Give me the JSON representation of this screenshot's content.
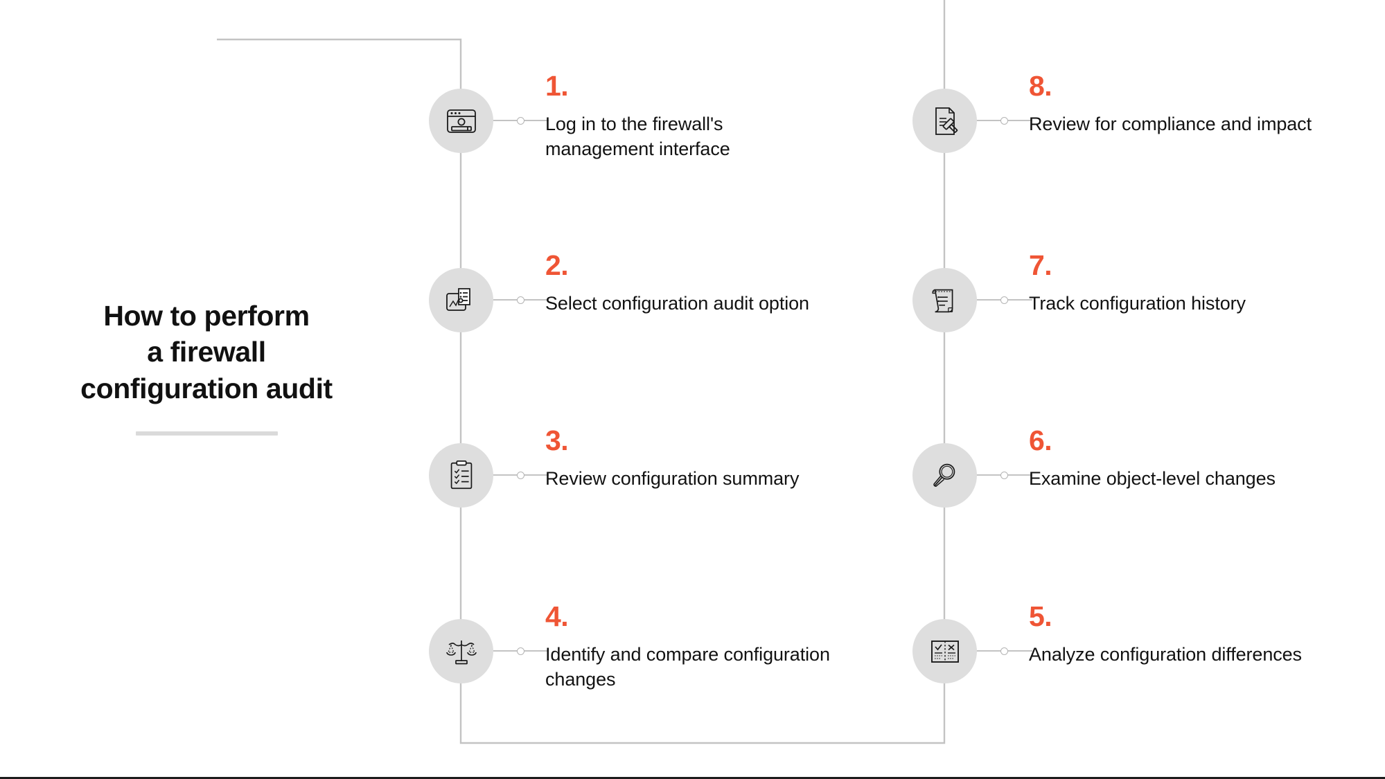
{
  "title": {
    "lines": [
      "How to perform",
      "a firewall",
      "configuration audit"
    ]
  },
  "colors": {
    "accent": "#EF5535",
    "circle_bg": "#DEDEDE",
    "connector": "#BDBDBD",
    "text": "#121212",
    "rule": "#DADADA"
  },
  "columns": {
    "left": [
      {
        "number": "1.",
        "label": "Log in to the firewall's management interface",
        "icon": "browser-login-icon"
      },
      {
        "number": "2.",
        "label": "Select configuration audit option",
        "icon": "chart-document-icon"
      },
      {
        "number": "3.",
        "label": "Review configuration summary",
        "icon": "checklist-clipboard-icon"
      },
      {
        "number": "4.",
        "label": "Identify and compare configuration changes",
        "icon": "balance-scale-icon"
      }
    ],
    "right": [
      {
        "number": "8.",
        "label": "Review for compliance and impact",
        "icon": "document-gavel-icon"
      },
      {
        "number": "7.",
        "label": "Track configuration history",
        "icon": "scroll-document-icon"
      },
      {
        "number": "6.",
        "label": "Examine object-level changes",
        "icon": "magnifying-glass-icon"
      },
      {
        "number": "5.",
        "label": "Analyze configuration differences",
        "icon": "compare-diff-icon"
      }
    ]
  }
}
